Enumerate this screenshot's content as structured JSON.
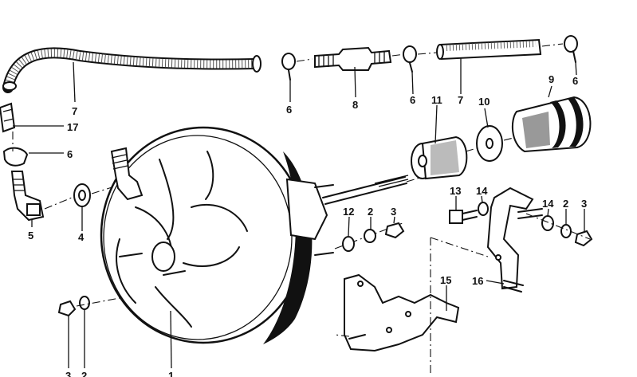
{
  "labels": {
    "p7_left": "7",
    "p17": "17",
    "p6_left": "6",
    "p5": "5",
    "p4": "4",
    "p6_top1": "6",
    "p8": "8",
    "p6_top2": "6",
    "p7_top": "7",
    "p6_right": "6",
    "p11": "11",
    "p10": "10",
    "p9": "9",
    "p13": "13",
    "p14_a": "14",
    "p12": "12",
    "p2_mid": "2",
    "p3_mid": "3",
    "p14_b": "14",
    "p2_right": "2",
    "p3_right": "3",
    "p15": "15",
    "p16": "16",
    "p3_bottom": "3",
    "p2_bottom": "2",
    "p1": "1"
  }
}
